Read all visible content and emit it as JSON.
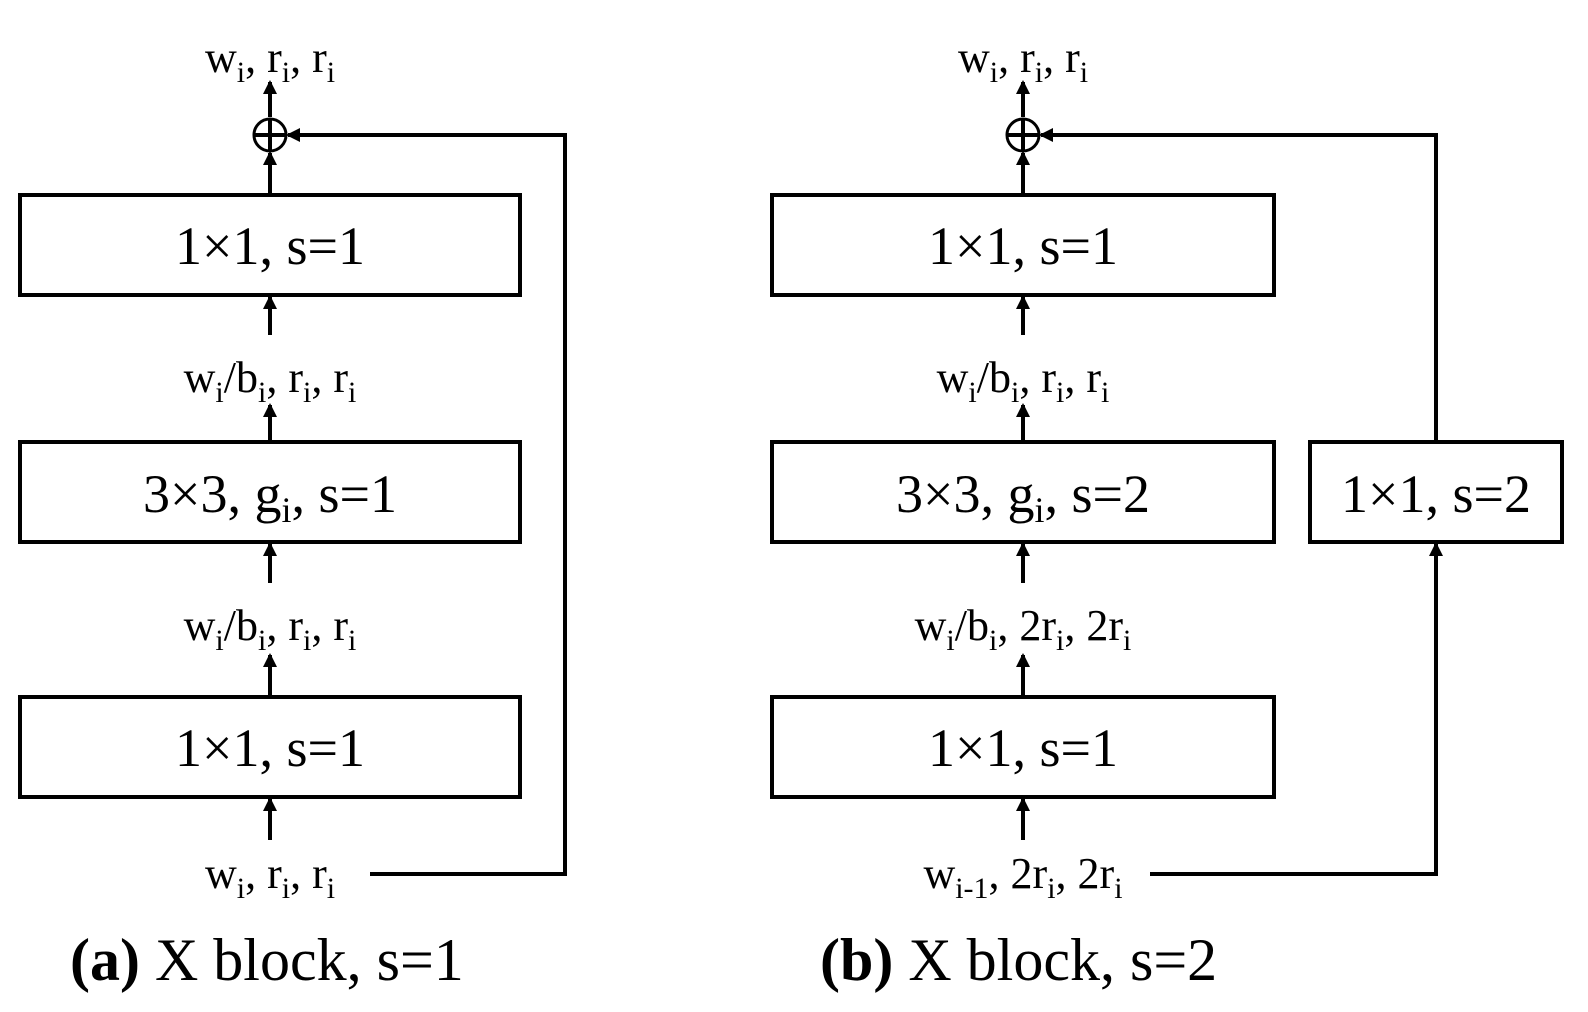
{
  "panel_a": {
    "output_label": {
      "w": "w",
      "w_sub": "i",
      "r1": "r",
      "r1_sub": "i",
      "r2": "r",
      "r2_sub": "i"
    },
    "top_box": "1×1, s=1",
    "label_mid_upper": {
      "w": "w",
      "w_sub": "i",
      "b": "/b",
      "b_sub": "i",
      "r1": "r",
      "r1_sub": "i",
      "r2": "r",
      "r2_sub": "i"
    },
    "middle_box": {
      "pre": "3×3, g",
      "sub": "i",
      "post": ", s=1"
    },
    "label_mid_lower": {
      "w": "w",
      "w_sub": "i",
      "b": "/b",
      "b_sub": "i",
      "r1": "r",
      "r1_sub": "i",
      "r2": "r",
      "r2_sub": "i"
    },
    "bottom_box": "1×1, s=1",
    "input_label": {
      "w": "w",
      "w_sub": "i",
      "r1": "r",
      "r1_sub": "i",
      "r2": "r",
      "r2_sub": "i"
    },
    "caption": {
      "letter": "(a)",
      "rest": "X block, s=1"
    }
  },
  "panel_b": {
    "output_label": {
      "w": "w",
      "w_sub": "i",
      "r1": "r",
      "r1_sub": "i",
      "r2": "r",
      "r2_sub": "i"
    },
    "top_box": "1×1, s=1",
    "label_mid_upper": {
      "w": "w",
      "w_sub": "i",
      "b": "/b",
      "b_sub": "i",
      "r1": "r",
      "r1_sub": "i",
      "r2": "r",
      "r2_sub": "i"
    },
    "middle_box": {
      "pre": "3×3, g",
      "sub": "i",
      "post": ", s=2"
    },
    "shortcut_box": "1×1, s=2",
    "label_mid_lower": {
      "w": "w",
      "w_sub": "i",
      "b": "/b",
      "b_sub": "i",
      "r1": "2r",
      "r1_sub": "i",
      "r2": "2r",
      "r2_sub": "i"
    },
    "bottom_box": "1×1, s=1",
    "input_label": {
      "w": "w",
      "w_sub": "i-1",
      "r1": "2r",
      "r1_sub": "i",
      "r2": "2r",
      "r2_sub": "i"
    },
    "caption": {
      "letter": "(b)",
      "rest": "X block, s=2"
    }
  }
}
